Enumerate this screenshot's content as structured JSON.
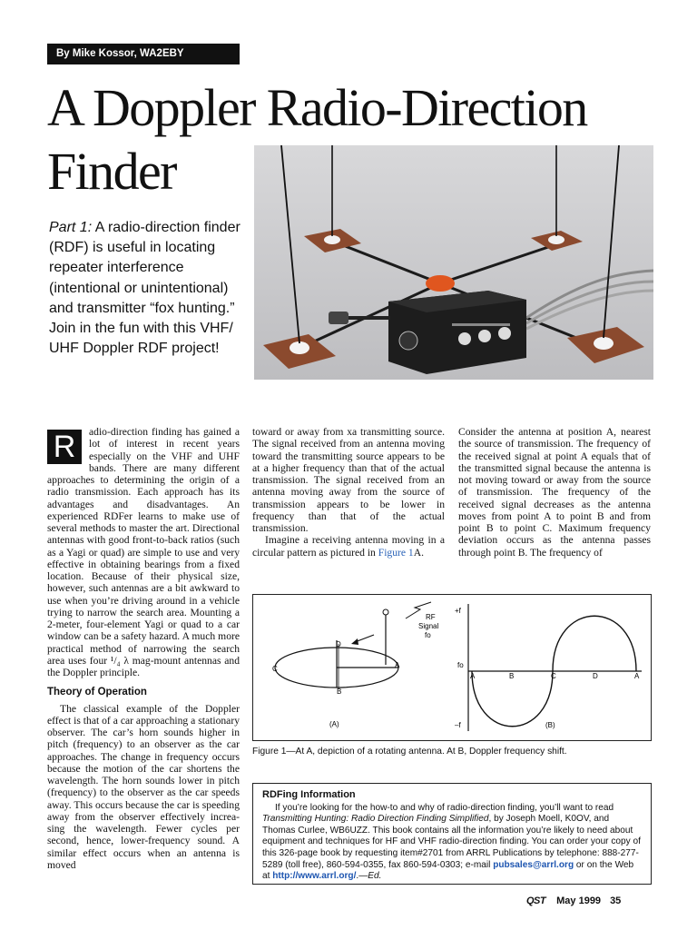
{
  "byline": "By Mike Kossor, WA2EBY",
  "title": {
    "line1": "A Doppler Radio-Direction",
    "line2": "Finder"
  },
  "deck": {
    "part": "Part 1:",
    "text": " A radio-direction finder (RDF) is useful in locating repeater interference (intentional or unintentional) and transmitter “fox hunting.” Join in the fun with this VHF/ UHF Doppler RDF project!"
  },
  "body": {
    "dropcap": "R",
    "p1": "adio-direction finding has gained a lot of interest in recent years especially on the VHF and UHF bands. There are many different approaches to determining the origin of a radio transmission. Each approach has its advantages and disadvantages. An experienced RDFer learns to make use of several methods to master the art. Directional antennas with good front-to-back ratios (such as a Yagi or quad) are simple to use and very effective in obtaining bearings from a fixed location. Because of their physical size, however, such antennas are a bit awkward to use when you’re driving around in a vehicle trying to narrow the search area. Mounting a 2-meter, four-element Yagi or quad to a car window can be a safety hazard. A much more practical method of narrowing the search area uses four ¹/₄ λ mag-mount antennas and the Doppler principle.",
    "subhead": "Theory of Operation",
    "p2": "The classical example of the Doppler effect is that of a car approaching a stationary observer. The car’s horn sounds higher in pitch (frequency) to an observer as the car approaches. The change in frequency occurs because the motion of the car shortens the wavelength. The horn sounds lower in pitch (frequency) to the observer as the car speeds away. This occurs because the car is speeding away from the observer effectively increa-sing the wavelength. Fewer cycles per second, hence, lower-frequency sound. A similar effect occurs when an antenna is moved",
    "p3": "toward or away from xa transmitting source. The signal received from an antenna moving toward the transmitting source appears to be at a higher frequency than that of the actual transmission. The signal received from an antenna moving away from the source of transmission appears to be lower in frequency than that of the actual transmission.",
    "p4a": "Imagine a receiving antenna moving in a circular pattern as pictured in ",
    "p4link": "Figure 1",
    "p4b": "A.",
    "p5": "Consider the antenna at position A, nearest the source of transmission. The frequency of the received signal at point A equals that of the transmitted signal because the antenna is not moving toward or away from the source of transmission. The frequency of the received signal decreases as the antenna moves from point A to point B and from point B to point C. Maximum frequency deviation occurs as the antenna passes through point B. The frequency of"
  },
  "figure": {
    "caption": "Figure 1—At A, depiction of a rotating antenna. At B, Doppler frequency shift.",
    "labels": {
      "rf": "RF",
      "signal": "Signal",
      "fo": "fo",
      "C": "C",
      "A": "A",
      "B": "B",
      "D": "D",
      "plus_f": "+f",
      "minus_f": "–f",
      "fo_axis": "fo",
      "panelA": "(A)",
      "panelB": "(B)"
    }
  },
  "sidebar": {
    "title": "RDFing Information",
    "t1": "If you’re looking for the how-to and why of radio-direction finding, you’ll want to read ",
    "book": "Transmitting Hunting: Radio Direction Finding Simplified",
    "t2": ", by Joseph Moell, K0OV, and Thomas Curlee, WB6UZZ. This book contains all the information you’re likely to need about equipment and techniques for HF and VHF radio-direction finding. You can order your copy of this 326-page book by requesting item#2701 from ARRL Publications by telephone: 888-277-5289 (toll free), 860-594-0355, fax 860-594-0303; e-mail ",
    "email": "pubsales@arrl.org",
    "t3": " or on the Web at ",
    "web": "http://www.arrl.org/",
    "t4": ".—",
    "ed": "Ed."
  },
  "footer": {
    "logo": "QST",
    "date": "May 1999",
    "page": "35"
  },
  "colors": {
    "link": "#2a63b8",
    "photo_bg": "#c7c7c9",
    "pad": "#8b4a2e"
  }
}
